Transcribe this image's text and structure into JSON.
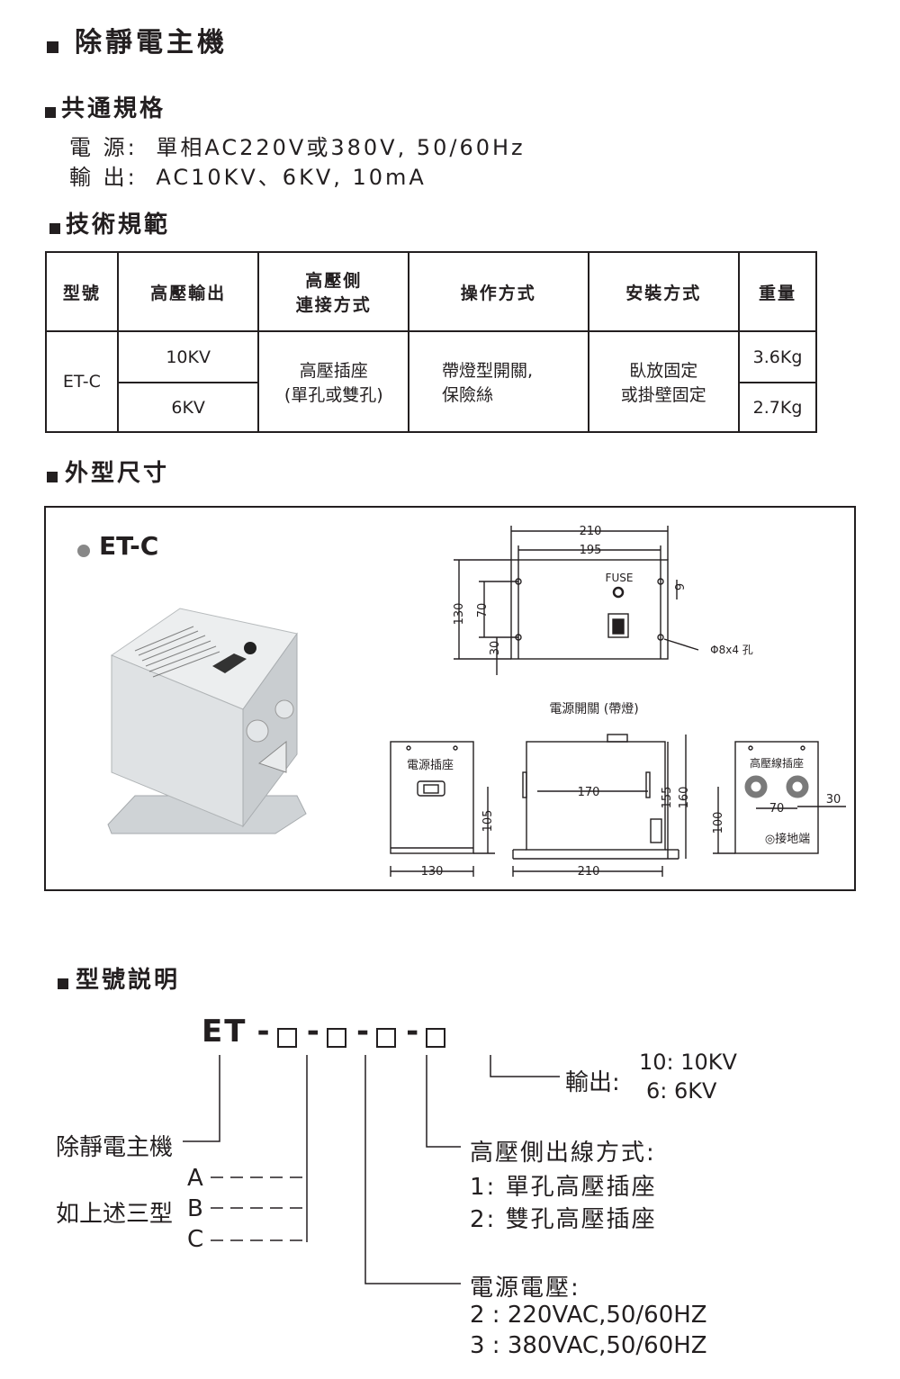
{
  "title": "除靜電主機",
  "common": {
    "heading": "共通規格",
    "power_label": "電 源:",
    "power_value": "單相AC220V或380V, 50/60Hz",
    "output_label": "輸 出:",
    "output_value": "AC10KV、6KV, 10mA"
  },
  "tech": {
    "heading": "技術規範",
    "headers": [
      "型號",
      "高壓輸出",
      "高壓側",
      "連接方式",
      "操作方式",
      "安裝方式",
      "重量"
    ],
    "model": "ET-C",
    "outputs": [
      "10KV",
      "6KV"
    ],
    "connection": [
      "高壓插座",
      "(單孔或雙孔)"
    ],
    "operation": [
      "帶燈型開關,",
      "保險絲"
    ],
    "install": [
      "臥放固定",
      "或掛壁固定"
    ],
    "weights": [
      "3.6Kg",
      "2.7Kg"
    ]
  },
  "dims": {
    "heading": "外型尺寸",
    "model_label": "ET-C",
    "numbers": {
      "w210": "210",
      "w195": "195",
      "h130": "130",
      "h70": "70",
      "h30": "30",
      "d9": "9",
      "w170": "170",
      "h155": "155",
      "h160": "160",
      "h105": "105",
      "w130": "130",
      "w210b": "210",
      "h100": "100",
      "w70": "70",
      "w30": "30"
    },
    "fuse": "FUSE",
    "hole": "Φ8x4 孔",
    "switch_label": "電源開關 (帶燈)",
    "socket_label": "電源插座",
    "hv_socket_label": "高壓線插座",
    "ground_label": "◎接地端"
  },
  "model_desc": {
    "heading": "型號説明",
    "code_prefix": "ET",
    "dash": "-",
    "output_title": "輸出:",
    "output_opts": [
      "10: 10KV",
      "6: 6KV"
    ],
    "main_label": "除靜電主機",
    "three_label": "如上述三型",
    "types": [
      "A",
      "B",
      "C"
    ],
    "hv_title": "高壓側出線方式:",
    "hv_opts": [
      "1:  單孔高壓插座",
      "2:  雙孔高壓插座"
    ],
    "volt_title": "電源電壓:",
    "volt_opts": [
      "2 : 220VAC,50/60HZ",
      "3 : 380VAC,50/60HZ"
    ]
  }
}
